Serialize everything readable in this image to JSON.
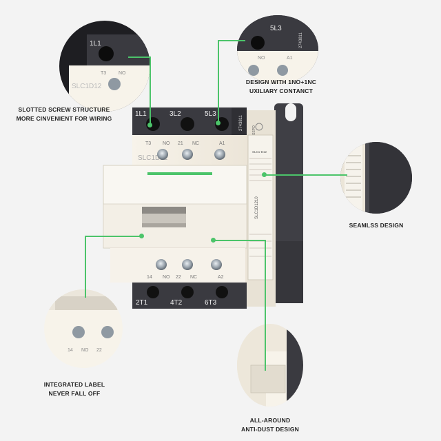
{
  "captions": {
    "slotted": [
      "SLOTTED SCREW STRUCTURE",
      "MORE CINVENIENT FOR WIRING"
    ],
    "design": [
      "DESIGN WITH 1NO+1NC",
      "UXILIARY CONTANCT"
    ],
    "seamless": [
      "SEAMLSS DESIGN"
    ],
    "label": [
      "INTEGRATED LABEL",
      "NEVER FALL OFF"
    ],
    "dust": [
      "ALL-AROUND",
      "ANTI-DUST DESIGN"
    ]
  },
  "product": {
    "top_terminals": [
      "1L1",
      "3L2",
      "5L3"
    ],
    "bottom_terminals": [
      "2T1",
      "4T2",
      "6T3"
    ],
    "upper_terminal_labels": [
      "T3",
      "NO",
      "21",
      "NC",
      "A1"
    ],
    "lower_terminal_labels": [
      "14",
      "NO",
      "22",
      "NC",
      "A2"
    ],
    "model": "SLC1D12",
    "side_code": "2743811",
    "brand": "SSPO",
    "side_model": "SLC1-D12",
    "side_vertical_model": "SLC1D1210"
  },
  "zoom_top_left": {
    "model": "SLC1D12",
    "labels": [
      "T3",
      "NO"
    ],
    "terminal": "1L1"
  },
  "zoom_top_right": {
    "terminal": "5L3",
    "code": "2743811",
    "labels": [
      "NO",
      "A1"
    ]
  },
  "zoom_bottom_left": {
    "labels": [
      "14",
      "NO",
      "22"
    ]
  },
  "colors": {
    "accent": "#4cc46a",
    "housing": "#f4efe6",
    "dark": "#3d3d42",
    "background": "#f3f3f3"
  }
}
